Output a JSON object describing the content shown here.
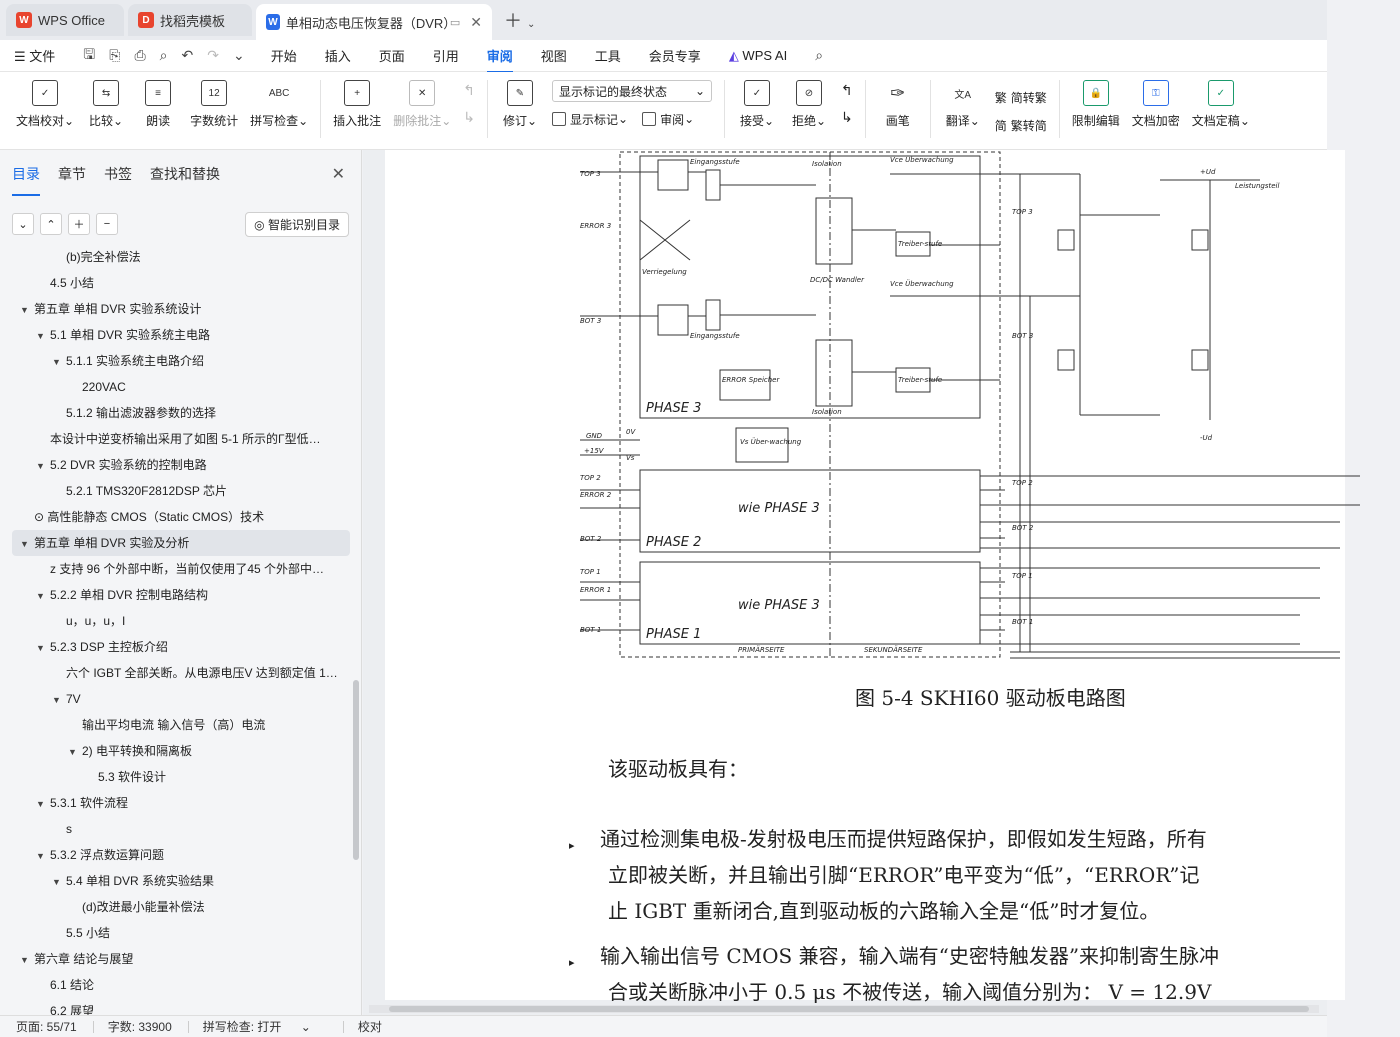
{
  "tabs": [
    {
      "label": "WPS Office",
      "icon": "wps-logo-icon",
      "color": "#e8442e"
    },
    {
      "label": "找稻壳模板",
      "icon": "docer-icon",
      "color": "#e8442e"
    },
    {
      "label": "单相动态电压恢复器（DVR）",
      "icon": "writer-doc-icon",
      "color": "#2b6de8",
      "active": true
    }
  ],
  "menu": {
    "file": "文件",
    "items": [
      "开始",
      "插入",
      "页面",
      "引用",
      "审阅",
      "视图",
      "工具",
      "会员专享"
    ],
    "active": "审阅",
    "ai": "WPS AI"
  },
  "ribbon": {
    "doc_check": "文档校对",
    "compare": "比较",
    "read_aloud": "朗读",
    "word_count": "字数统计",
    "spell_check": "拼写检查",
    "insert_comment": "插入批注",
    "delete_comment": "删除批注",
    "revise": "修订",
    "markup_select": "显示标记的最终状态",
    "show_markup": "显示标记",
    "review": "审阅",
    "accept": "接受",
    "reject": "拒绝",
    "ink": "画笔",
    "translate": "翻译",
    "to_traditional": "简转繁",
    "to_simplified": "繁转简",
    "restrict": "限制编辑",
    "encrypt": "文档加密",
    "finalize": "文档定稿"
  },
  "sidebar": {
    "tabs": [
      "目录",
      "章节",
      "书签",
      "查找和替换"
    ],
    "ai_button": "智能识别目录",
    "toc": [
      {
        "text": "(b)完全补偿法",
        "level": 3,
        "tri": ""
      },
      {
        "text": "4.5 小结",
        "level": 2,
        "tri": ""
      },
      {
        "text": "第五章  单相 DVR 实验系统设计",
        "level": 1,
        "tri": "▼"
      },
      {
        "text": "5.1 单相 DVR 实验系统主电路",
        "level": 2,
        "tri": "▼"
      },
      {
        "text": "5.1.1 实验系统主电路介绍",
        "level": 3,
        "tri": "▼"
      },
      {
        "text": "220VAC",
        "level": 4,
        "tri": ""
      },
      {
        "text": "5.1.2 输出滤波器参数的选择",
        "level": 3,
        "tri": ""
      },
      {
        "text": "本设计中逆变桥输出采用了如图 5-1 所示的Γ型低…",
        "level": 2,
        "tri": ""
      },
      {
        "text": "5.2 DVR 实验系统的控制电路",
        "level": 2,
        "tri": "▼"
      },
      {
        "text": "5.2.1 TMS320F2812DSP 芯片",
        "level": 3,
        "tri": ""
      },
      {
        "text": "⊙ 高性能静态 CMOS（Static CMOS）技术",
        "level": 1,
        "tri": ""
      },
      {
        "text": "第五章  单相 DVR 实验及分析",
        "level": 1,
        "tri": "▼",
        "selected": true
      },
      {
        "text": "z 支持 96 个外部中断，当前仅使用了45 个外部中…",
        "level": 2,
        "tri": ""
      },
      {
        "text": "5.2.2 单相 DVR 控制电路结构",
        "level": 2,
        "tri": "▼"
      },
      {
        "text": "u，u，u，I",
        "level": 3,
        "tri": ""
      },
      {
        "text": "5.2.3 DSP 主控板介绍",
        "level": 2,
        "tri": "▼"
      },
      {
        "text": "六个 IGBT 全部关断。从电源电压V 达到额定值 1…",
        "level": 3,
        "tri": ""
      },
      {
        "text": "7V",
        "level": 3,
        "tri": "▼"
      },
      {
        "text": "输出平均电流   输入信号（高）电流",
        "level": 4,
        "tri": ""
      },
      {
        "text": "2) 电平转换和隔离板",
        "level": 4,
        "tri": "▼"
      },
      {
        "text": "5.3 软件设计",
        "level": 5,
        "tri": ""
      },
      {
        "text": "5.3.1 软件流程",
        "level": 2,
        "tri": "▼"
      },
      {
        "text": "s",
        "level": 3,
        "tri": ""
      },
      {
        "text": "5.3.2 浮点数运算问题",
        "level": 2,
        "tri": "▼"
      },
      {
        "text": "5.4 单相 DVR 系统实验结果",
        "level": 3,
        "tri": "▼"
      },
      {
        "text": "(d)改进最小能量补偿法",
        "level": 4,
        "tri": ""
      },
      {
        "text": "5.5 小结",
        "level": 3,
        "tri": ""
      },
      {
        "text": "第六章  结论与展望",
        "level": 1,
        "tri": "▼"
      },
      {
        "text": "6.1 结论",
        "level": 2,
        "tri": ""
      },
      {
        "text": "6.2 展望",
        "level": 2,
        "tri": ""
      }
    ]
  },
  "document": {
    "figure": {
      "labels": {
        "top3": "TOP 3",
        "error3": "ERROR 3",
        "bot3": "BOT 3",
        "gnd": "GND",
        "p15v": "+15V",
        "v0": "0V",
        "vs": "Vs",
        "top2": "TOP 2",
        "error2": "ERROR 2",
        "bot2": "BOT 2",
        "top1": "TOP 1",
        "error1": "ERROR 1",
        "bot1": "BOT 1",
        "phase3": "PHASE 3",
        "phase2": "PHASE 2",
        "phase1": "PHASE 1",
        "wie": "wie PHASE 3",
        "eingang": "Eingangsstufe",
        "isolation": "Isolation",
        "vce": "Vce Überwachung",
        "dcdc": "DC/DC Wandler",
        "error_speicher": "ERROR Speicher",
        "vs_ueber": "Vs Über-wachung",
        "treiber": "Treiber-stufe",
        "verriegelung": "Verriegelung",
        "leistungsteil": "Leistungsteil",
        "ud_plus": "+Ud",
        "ud_minus": "-Ud",
        "primaer": "PRIMÄRSEITE",
        "sekundaer": "SEKUNDÄRSEITE",
        "top3r": "TOP 3",
        "bot3r": "BOT 3",
        "top2r": "TOP 2",
        "bot2r": "BOT 2",
        "top1r": "TOP 1",
        "bot1r": "BOT 1"
      },
      "caption": "图 5-4 SKHI60 驱动板电路图"
    },
    "intro": "该驱动板具有：",
    "bullets": [
      [
        "通过检测集电极-发射极电压而提供短路保护，即假如发生短路，所有",
        "立即被关断，并且输出引脚“ERROR”电平变为“低”，“ERROR”记",
        "止 IGBT 重新闭合,直到驱动板的六路输入全是“低”时才复位。"
      ],
      [
        "输入输出信号 CMOS 兼容，输入端有“史密特触发器”来抑制寄生脉冲",
        "合或关断脉冲小于 0.5 μs 不被传送，输入阈值分别为：  V      = 12.9V"
      ]
    ]
  },
  "status": {
    "page": "页面: 55/71",
    "words": "字数: 33900",
    "spell": "拼写检查: 打开",
    "proof": "校对"
  }
}
